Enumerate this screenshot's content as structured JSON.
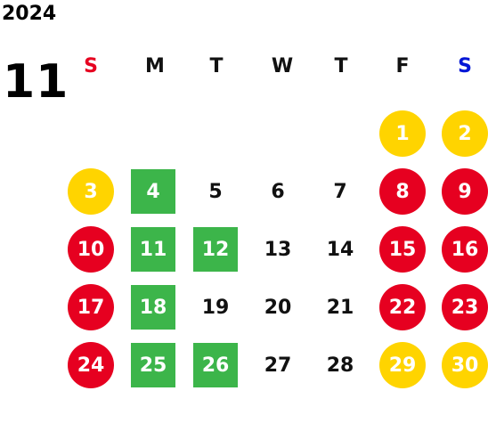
{
  "header": {
    "year": "2024",
    "month": "11"
  },
  "colors": {
    "sunday_label": "#e60020",
    "saturday_label": "#0016d6",
    "holiday_red": "#e60020",
    "yellow": "#ffd400",
    "green": "#3cb54a"
  },
  "weekdays": [
    "S",
    "M",
    "T",
    "W",
    "T",
    "F",
    "S"
  ],
  "weeks": [
    [
      {
        "d": ""
      },
      {
        "d": ""
      },
      {
        "d": ""
      },
      {
        "d": ""
      },
      {
        "d": ""
      },
      {
        "d": "1",
        "s": "yellow"
      },
      {
        "d": "2",
        "s": "yellow"
      }
    ],
    [
      {
        "d": "3",
        "s": "yellow"
      },
      {
        "d": "4",
        "s": "green"
      },
      {
        "d": "5"
      },
      {
        "d": "6"
      },
      {
        "d": "7"
      },
      {
        "d": "8",
        "s": "red"
      },
      {
        "d": "9",
        "s": "red"
      }
    ],
    [
      {
        "d": "10",
        "s": "red"
      },
      {
        "d": "11",
        "s": "green"
      },
      {
        "d": "12",
        "s": "green"
      },
      {
        "d": "13"
      },
      {
        "d": "14"
      },
      {
        "d": "15",
        "s": "red"
      },
      {
        "d": "16",
        "s": "red"
      }
    ],
    [
      {
        "d": "17",
        "s": "red"
      },
      {
        "d": "18",
        "s": "green"
      },
      {
        "d": "19"
      },
      {
        "d": "20"
      },
      {
        "d": "21"
      },
      {
        "d": "22",
        "s": "red"
      },
      {
        "d": "23",
        "s": "red"
      }
    ],
    [
      {
        "d": "24",
        "s": "red"
      },
      {
        "d": "25",
        "s": "green"
      },
      {
        "d": "26",
        "s": "green"
      },
      {
        "d": "27"
      },
      {
        "d": "28"
      },
      {
        "d": "29",
        "s": "yellow"
      },
      {
        "d": "30",
        "s": "yellow"
      }
    ]
  ]
}
